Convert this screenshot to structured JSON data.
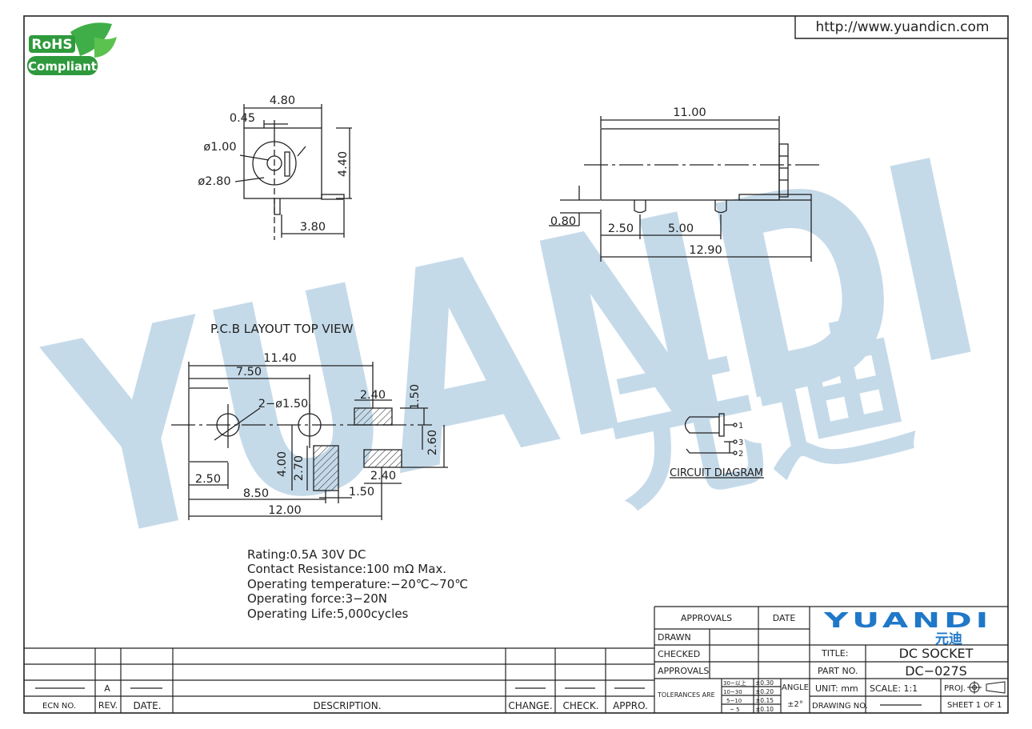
{
  "header": {
    "url": "http://www.yuandicn.com"
  },
  "badge": {
    "line1": "RoHS",
    "line2": "Compliant",
    "color": "#2e9a3c"
  },
  "watermark": {
    "latin": "YUANDI",
    "cjk": "元迪",
    "color": "#b9d3e4",
    "accent": "#d8ecd6"
  },
  "front_view": {
    "w": "4.80",
    "off": "0.45",
    "d_pin": "ø1.00",
    "d_hole": "ø2.80",
    "h": "4.40",
    "lead": "3.80"
  },
  "side_view": {
    "len": "11.00",
    "lead_h": "0.80",
    "p1": "2.50",
    "p2": "5.00",
    "total": "12.90"
  },
  "pcb": {
    "title": "P.C.B LAYOUT    TOP VIEW",
    "w_total": "11.40",
    "hole_x": "7.50",
    "holes": "2−ø1.50",
    "pad_w": "2.40",
    "pad_h": "1.50",
    "pad_y": "2.60",
    "y1": "4.00",
    "pad_len": "2.70",
    "pad2_w": "2.40",
    "x1": "2.50",
    "x2": "8.50",
    "pad_gap": "1.50",
    "total": "12.00"
  },
  "circuit": {
    "title": "CIRCUIT  DIAGRAM",
    "pins": [
      "1",
      "3",
      "2"
    ]
  },
  "specs": [
    "Rating:0.5A  30V  DC",
    "Contact  Resistance:100  mΩ  Max.",
    "Operating  temperature:−20℃~70℃",
    "Operating  force:3−20N",
    "Operating  Life:5,000cycles"
  ],
  "revision": {
    "headers": [
      "ECN  NO.",
      "REV.",
      "DATE.",
      "DESCRIPTION.",
      "CHANGE.",
      "CHECK.",
      "APPRO."
    ],
    "rev_value": "A"
  },
  "title_block": {
    "approvals": "APPROVALS",
    "date": "DATE",
    "drawn": "DRAWN",
    "checked": "CHECKED",
    "approvals2": "APPROVALS",
    "tolerances": "TOLERANCES  ARE",
    "tol_rows": [
      [
        "30~以上",
        "±0.30"
      ],
      [
        "10~30",
        "±0.20"
      ],
      [
        "5~10",
        "±0.15"
      ],
      [
        "~ 5",
        "±0.10"
      ]
    ],
    "angle_label": "ANGLE",
    "angle_value": "±2°",
    "logo": "YUANDI",
    "logo_cjk": "元迪",
    "logo_color": "#1f78c8",
    "title_label": "TITLE:",
    "title_value": "DC  SOCKET",
    "part_label": "PART  NO.",
    "part_value": "DC−027S",
    "unit": "UNIT:  mm",
    "scale": "SCALE:     1:1",
    "proj": "PROJ.",
    "drawing_no": "DRAWING  NO.",
    "sheet": "SHEET    1  OF  1"
  }
}
